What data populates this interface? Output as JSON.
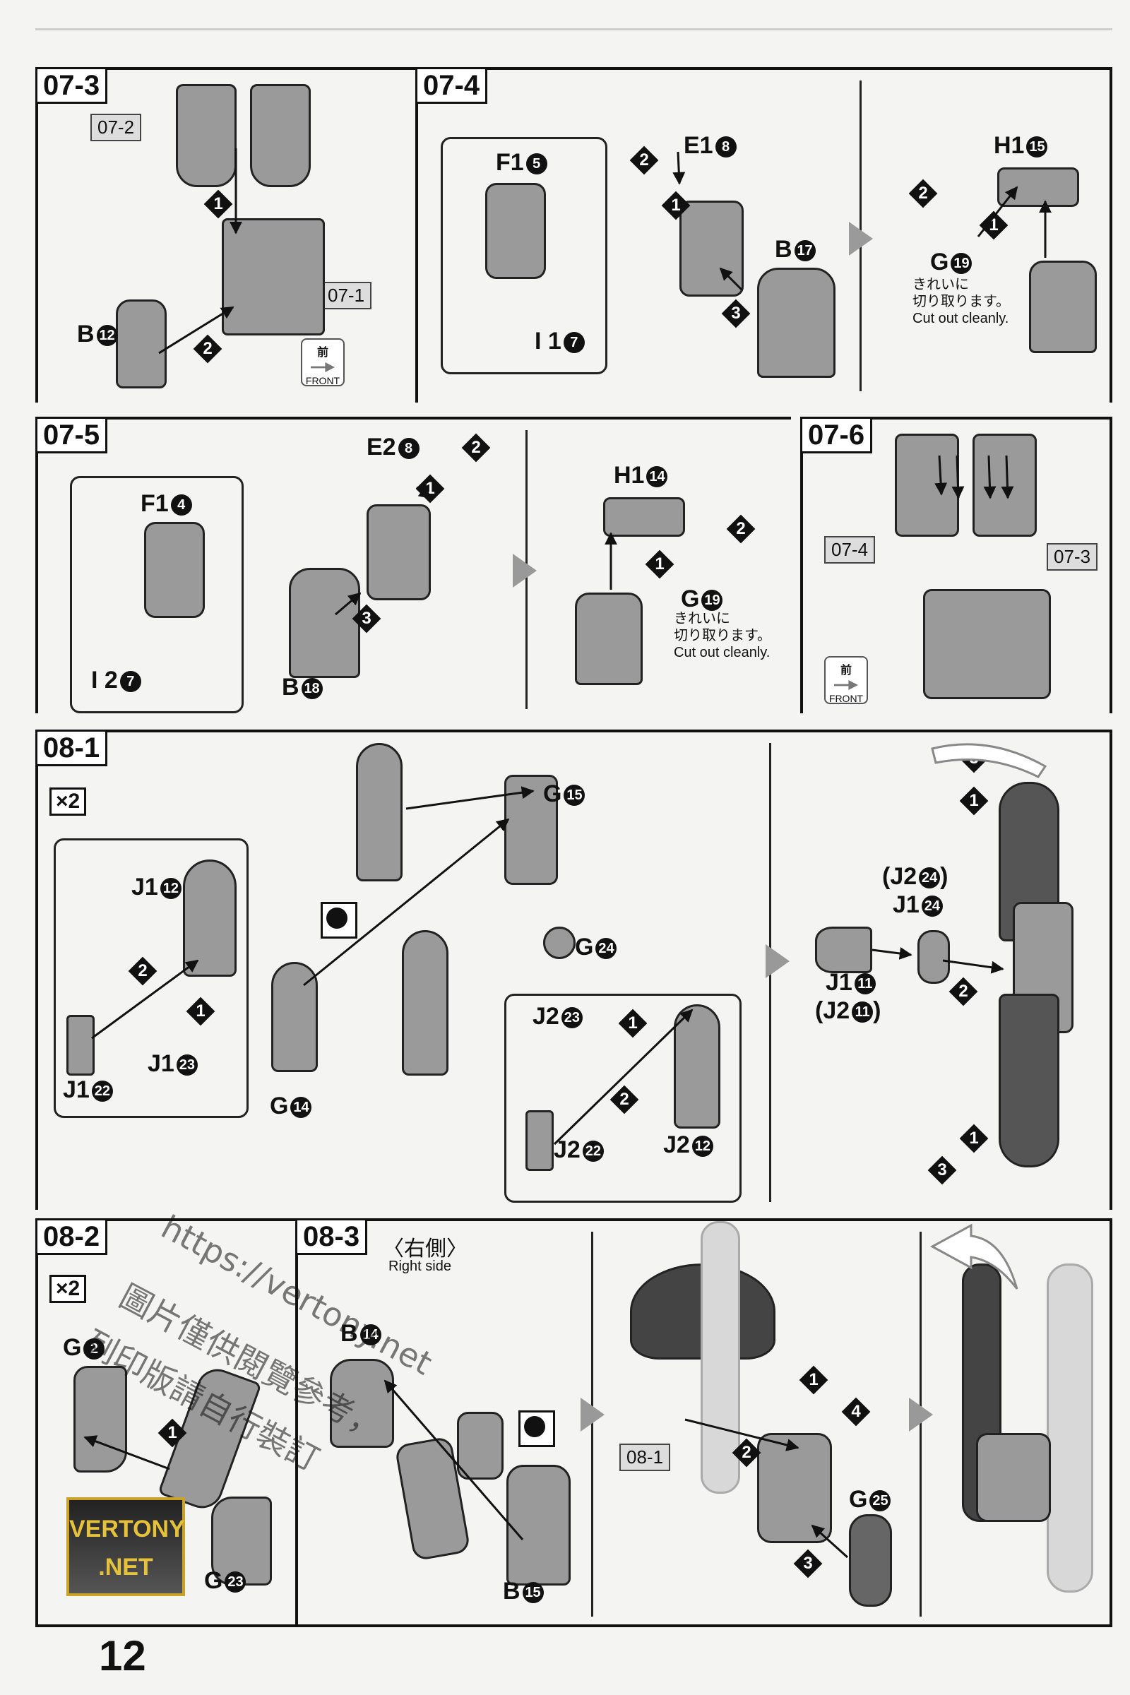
{
  "page_number": "12",
  "panels": {
    "p07_3": {
      "tag": "07-3",
      "refs": [
        "07-2",
        "07-1"
      ],
      "label_b12": "B",
      "front_kanji": "前",
      "front_text": "FRONT"
    },
    "p07_4": {
      "tag": "07-4",
      "f1": "F1",
      "e1": "E1",
      "b": "B",
      "h1": "H1",
      "g": "G",
      "i1": "I 1",
      "jp1": "きれいに",
      "jp2": "切り取ります。",
      "en": "Cut out cleanly."
    },
    "p07_5": {
      "tag": "07-5",
      "e2": "E2",
      "f1": "F1",
      "h1": "H1",
      "g": "G",
      "i2": "I 2",
      "b": "B",
      "jp1": "きれいに",
      "jp2": "切り取ります。",
      "en": "Cut out cleanly."
    },
    "p07_6": {
      "tag": "07-6",
      "refs": [
        "07-4",
        "07-3"
      ],
      "front_kanji": "前",
      "front_text": "FRONT"
    },
    "p08_1": {
      "tag": "08-1",
      "x2": "×2",
      "j1_12": "J1",
      "j1_22": "J1",
      "j1_23": "J1",
      "g14": "G",
      "g15": "G",
      "g24": "G",
      "j2_23": "J2",
      "j2_22": "J2",
      "j2_12": "J2",
      "j2_24": "(J2",
      "j1_24": "J1",
      "j1_11": "J1",
      "j2_11": "(J2"
    },
    "p08_2": {
      "tag": "08-2",
      "x2": "×2",
      "g_top": "G",
      "g23": "G"
    },
    "p08_3": {
      "tag": "08-3",
      "side_jp": "〈右側〉",
      "side_en": "Right side",
      "b14": "B",
      "b15": "B",
      "ref": "08-1",
      "g25": "G"
    }
  },
  "watermark": {
    "url": "https://vertony.net",
    "cn1": "圖片僅供閱覽參考，",
    "cn2": "列印版請自行裝訂",
    "logo1": "VERTONY",
    "logo2": ".NET"
  },
  "num": {
    "n12": "12",
    "n15": "15",
    "n5": "5",
    "n8": "8",
    "n17": "17",
    "n7": "7",
    "n19": "19",
    "n14": "14",
    "n4": "4",
    "n18": "18",
    "n22": "22",
    "n23": "23",
    "n24": "24",
    "n11": "11",
    "n25": "25",
    "n2": "2"
  }
}
